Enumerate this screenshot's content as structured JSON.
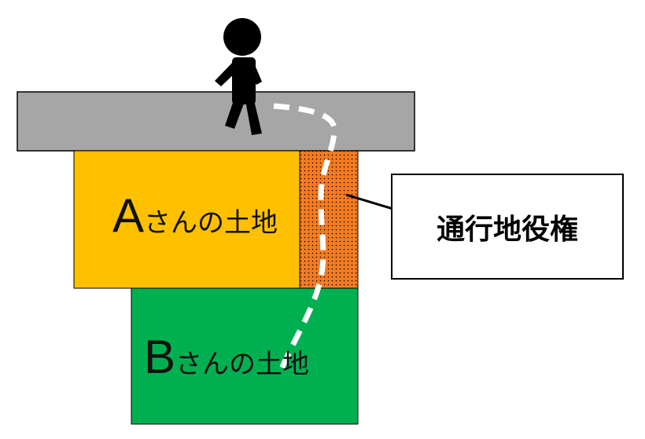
{
  "land_a": {
    "letter": "A",
    "suffix": "さんの土地"
  },
  "land_b": {
    "letter": "B",
    "suffix": "さんの土地"
  },
  "easement_label": "通行地役権",
  "colors": {
    "road": "#A6A6A6",
    "land_a": "#FFC000",
    "easement": "#F47B20",
    "land_b": "#00B050"
  },
  "icons": {
    "person": "walking-person-icon"
  }
}
